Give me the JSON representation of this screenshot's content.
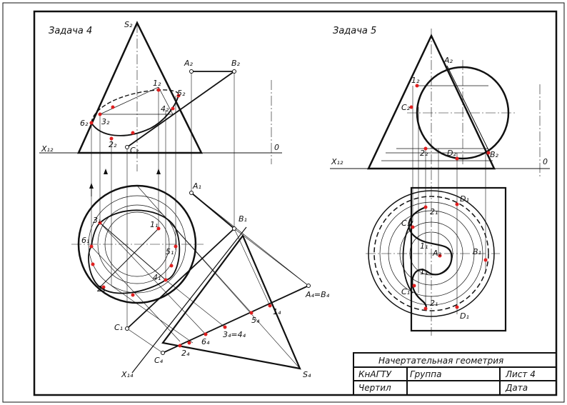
{
  "task4": {
    "title": "Задача 4",
    "labels": {
      "S2": "S₂",
      "A2": "A₂",
      "B2": "B₂",
      "p1_2": "1₂",
      "p5_2": "5₂",
      "p4_2": "4₂",
      "p6_2": "6₂",
      "p3_2": "3₂",
      "p2_2": "2₂",
      "C2": "C₂",
      "X12": "X₁₂",
      "O": "0",
      "A1": "A₁",
      "B1": "B₁",
      "p3_1": "3₁",
      "p1_1": "1₁",
      "p6_1": "6₁",
      "p5_1": "5₁",
      "p4_1": "4₁",
      "p2_1": "2₁",
      "C1": "C₁",
      "A4B4": "A₄=B₄",
      "p1_4": "1₄",
      "p5_4": "5₄",
      "p3_4": "3₄=4₄",
      "p6_4": "6₄",
      "p2_4": "2₄",
      "C4": "C₄",
      "X14": "X₁₄",
      "S4": "S₄"
    }
  },
  "task5": {
    "title": "Задача 5",
    "labels": {
      "A2": "A₂",
      "p1_2": "1₂",
      "C2": "C₂",
      "p2_2": "2₂",
      "D2": "D₂",
      "B2": "B₂",
      "X12": "X₁₂",
      "O": "0",
      "D1": "D₁",
      "p2_1t": "2₁",
      "C1t": "C₁",
      "p1_1t": "1₁",
      "A1": "A₁",
      "B1": "B₁",
      "p1_1b": "1₁",
      "C1b": "C₁",
      "p2_1b": "2₁",
      "D1b": "D₁"
    }
  },
  "title_block": {
    "title": "Начертательная геометрия",
    "org": "КнАГТУ",
    "group": "Группа",
    "sheet": "Лист 4",
    "drawn": "Чертил",
    "date": "Дата"
  },
  "colors": {
    "line": "#111111",
    "point": "#e02020",
    "paper": "#ffffff"
  }
}
